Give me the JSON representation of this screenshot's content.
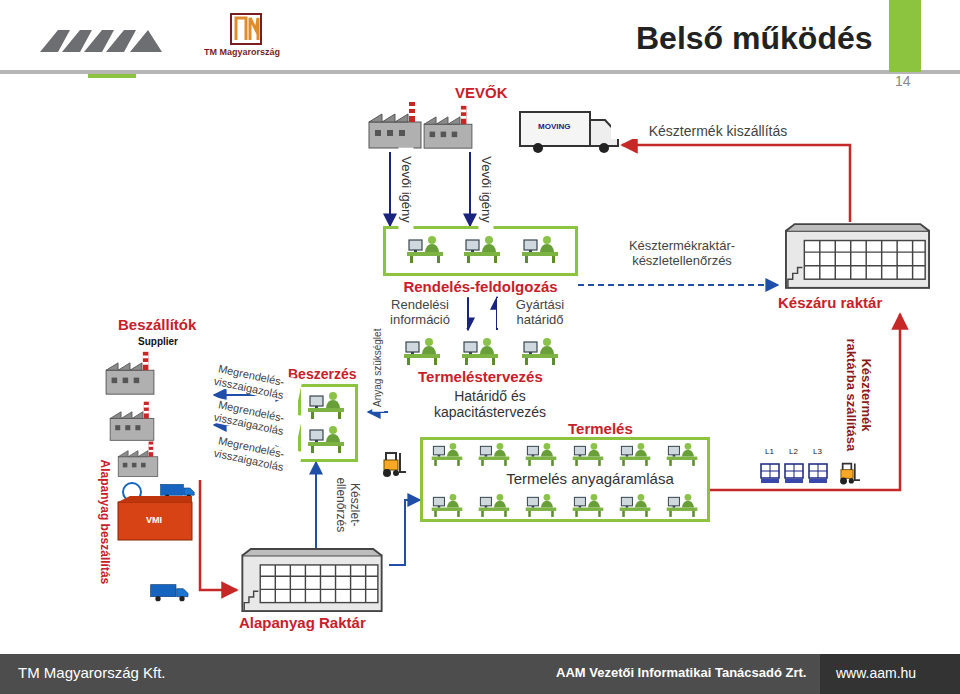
{
  "diagram": {
    "title": "Belső működés",
    "nodes": [
      {
        "text": [
          "VEVŐK"
        ]
      },
      {
        "text": [
          "Rendelés-feldolgozás"
        ]
      },
      {
        "text": [
          "Készáru raktár"
        ]
      },
      {
        "text": [
          "Beszállítók",
          "Supplier"
        ]
      },
      {
        "text": [
          "Beszerzés"
        ]
      },
      {
        "text": [
          "Termeléstervezés",
          "Határidő és kapacitástervezés"
        ]
      },
      {
        "text": [
          "Termelés",
          "Termelés anyagáramlása"
        ]
      },
      {
        "text": [
          "Alapanyag Raktár"
        ]
      }
    ],
    "edges": [
      {
        "from": 0,
        "to": 1,
        "arrow": "to",
        "label": "Vevői igény"
      },
      {
        "from": 0,
        "to": 1,
        "arrow": "to",
        "label": "Vevői igény"
      },
      {
        "from": 2,
        "to": 0,
        "arrow": "to",
        "label": "Késztermék kiszállítás"
      },
      {
        "from": 1,
        "to": 2,
        "arrow": "to",
        "label": "Késztermékraktár-készletellenőrzés"
      },
      {
        "from": 1,
        "to": 5,
        "arrow": "to",
        "label": "Rendelési információ"
      },
      {
        "from": 5,
        "to": 1,
        "arrow": "to",
        "label": "Gyártási határidő"
      },
      {
        "from": 4,
        "to": 3,
        "arrow": "both",
        "label": "Megrendelés-visszaigazolás"
      },
      {
        "from": 4,
        "to": 3,
        "arrow": "both",
        "label": "Megrendelés-visszaigazolás"
      },
      {
        "from": 4,
        "to": 3,
        "arrow": "both",
        "label": "Megrendelés-visszaigazolás"
      },
      {
        "from": 5,
        "to": 4,
        "arrow": "to",
        "label": "Anyag szükséglet"
      },
      {
        "from": 7,
        "to": 4,
        "arrow": "to",
        "label": "Készlet-ellenőrzés"
      },
      {
        "from": 3,
        "to": 7,
        "arrow": "to",
        "label": "Alapanyag beszállítás"
      },
      {
        "from": 7,
        "to": 6,
        "arrow": "to"
      },
      {
        "from": 6,
        "to": 2,
        "arrow": "to",
        "label": "Késztermék raktárba szállítása"
      }
    ],
    "labels": [
      "14",
      "TM Magyarország",
      "MOVING",
      "L1",
      "L2",
      "L3",
      "VMI",
      "TM Magyarország Kft.",
      "AAM Vezetői Informatikai Tanácsadó Zrt.",
      "www.aam.hu"
    ]
  }
}
